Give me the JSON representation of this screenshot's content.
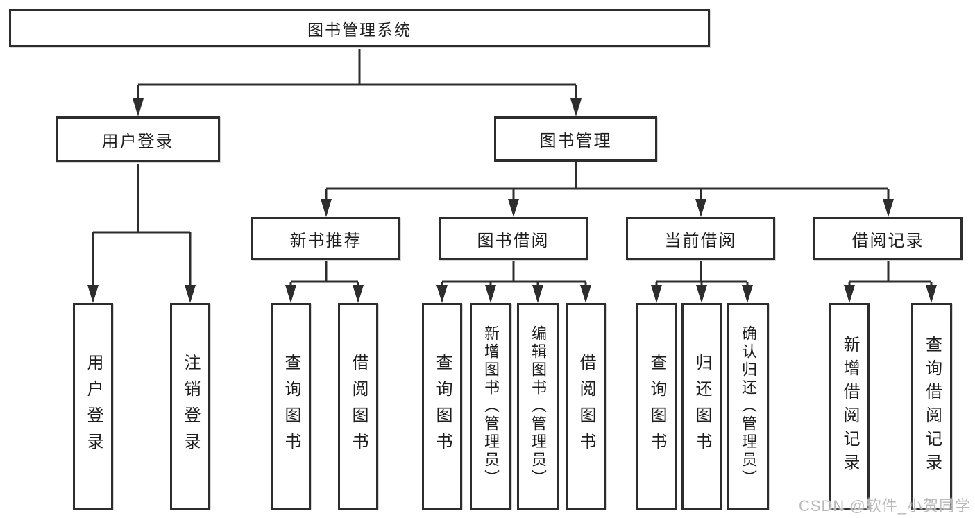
{
  "tree": {
    "root": {
      "label": "图书管理系统"
    },
    "children": [
      {
        "label": "用户登录",
        "children": [
          {
            "label": "用户登录"
          },
          {
            "label": "注销登录"
          }
        ]
      },
      {
        "label": "图书管理",
        "children": [
          {
            "label": "新书推荐",
            "children": [
              {
                "label": "查询图书"
              },
              {
                "label": "借阅图书"
              }
            ]
          },
          {
            "label": "图书借阅",
            "children": [
              {
                "label": "查询图书"
              },
              {
                "label": "新增图书（管理员）"
              },
              {
                "label": "编辑图书（管理员）"
              },
              {
                "label": "借阅图书"
              }
            ]
          },
          {
            "label": "当前借阅",
            "children": [
              {
                "label": "查询图书"
              },
              {
                "label": "归还图书"
              },
              {
                "label": "确认归还（管理员）"
              }
            ]
          },
          {
            "label": "借阅记录",
            "children": [
              {
                "label": "新增借阅记录"
              },
              {
                "label": "查询借阅记录"
              }
            ]
          }
        ]
      }
    ]
  },
  "watermark": {
    "text": "CSDN @软件_小贺同学"
  },
  "colors": {
    "line": "#2d2d2d",
    "text": "#1d1d1d",
    "background": "#ffffff",
    "watermark": "#b9b9b9"
  }
}
